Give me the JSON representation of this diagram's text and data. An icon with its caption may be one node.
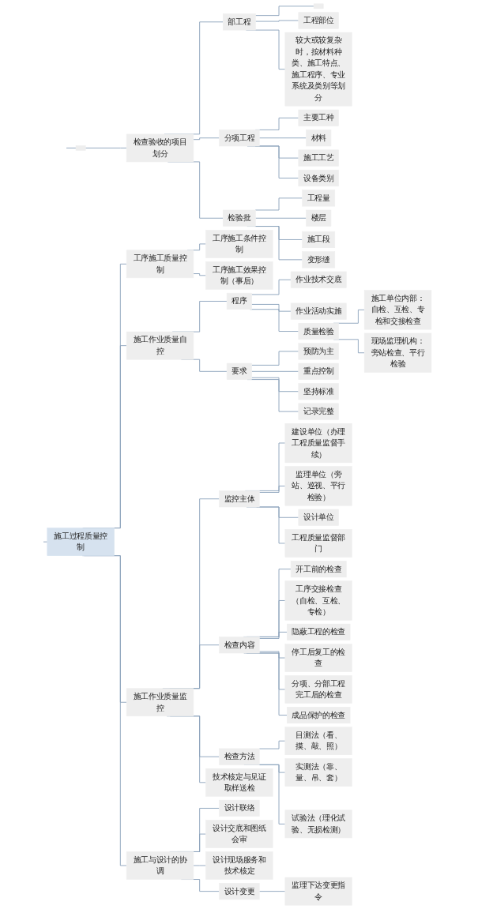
{
  "diagram": {
    "nodes": [
      {
        "text": [],
        "shape": "box"
      },
      {
        "text": [
          "检查验收的项目划分"
        ]
      },
      {
        "text": [
          "部工程"
        ]
      },
      {
        "text": [],
        "shape": "box"
      },
      {
        "text": [
          "工程部位"
        ]
      },
      {
        "text": [
          "较大或较复杂时，按材料种类、施工特点、施工程序、专业系统及类别等划分"
        ]
      },
      {
        "text": [
          "分项工程"
        ]
      },
      {
        "text": [
          "主要工种"
        ]
      },
      {
        "text": [
          "材料"
        ]
      },
      {
        "text": [
          "施工工艺"
        ]
      },
      {
        "text": [
          "设备类别"
        ]
      },
      {
        "text": [
          "检验批"
        ]
      },
      {
        "text": [
          "工程量"
        ]
      },
      {
        "text": [
          "楼层"
        ]
      },
      {
        "text": [
          "施工段"
        ]
      },
      {
        "text": [
          "变形缝"
        ]
      },
      {
        "text": [
          "施工过程质量控制"
        ]
      },
      {
        "text": [
          "工序施工质量控制"
        ]
      },
      {
        "text": [
          "工序施工条件控制"
        ]
      },
      {
        "text": [
          "工序施工效果控制（事后）"
        ]
      },
      {
        "text": [
          "施工作业质量自控"
        ]
      },
      {
        "text": [
          "程序"
        ]
      },
      {
        "text": [
          "作业技术交底"
        ]
      },
      {
        "text": [
          "作业活动实施"
        ]
      },
      {
        "text": [
          "质量检验"
        ]
      },
      {
        "text": [
          "施工单位内部：自检、互检、专检和交接检查"
        ]
      },
      {
        "text": [
          "现场监理机构：旁站检查、平行检验"
        ]
      },
      {
        "text": [
          "要求"
        ]
      },
      {
        "text": [
          "预防为主"
        ]
      },
      {
        "text": [
          "重点控制"
        ]
      },
      {
        "text": [
          "坚持标准"
        ]
      },
      {
        "text": [
          "记录完整"
        ]
      },
      {
        "text": [
          "施工作业质量监控"
        ]
      },
      {
        "text": [
          "监控主体"
        ]
      },
      {
        "text": [
          "建设单位（办理工程质量监督手续）"
        ]
      },
      {
        "text": [
          "监理单位（旁站、巡视、平行检验）"
        ]
      },
      {
        "text": [
          "设计单位"
        ]
      },
      {
        "text": [
          "工程质量监督部门"
        ]
      },
      {
        "text": [
          "检查内容"
        ]
      },
      {
        "text": [
          "开工前的检查"
        ]
      },
      {
        "text": [
          "工序交接检查（自检、互检、专检）"
        ]
      },
      {
        "text": [
          "隐蔽工程的检查"
        ]
      },
      {
        "text": [
          "停工后复工的检查"
        ]
      },
      {
        "text": [
          "分项、分部工程完工后的检查"
        ]
      },
      {
        "text": [
          "成品保护的检查"
        ]
      },
      {
        "text": [
          "检查方法"
        ]
      },
      {
        "text": [
          "目测法（看、摸、敲、照）"
        ]
      },
      {
        "text": [
          "实测法（靠、量、吊、套）"
        ]
      },
      {
        "text": [
          "试验法（理化试验、无损检测）"
        ]
      },
      {
        "text": [
          "技术核定与见证取样送检"
        ]
      },
      {
        "text": [
          "施工与设计的协调"
        ]
      },
      {
        "text": [
          "设计联络"
        ]
      },
      {
        "text": [
          "设计交底和图纸会审"
        ]
      },
      {
        "text": [
          "设计现场服务和技术核定"
        ]
      },
      {
        "text": [
          "设计变更"
        ]
      },
      {
        "text": [
          "监理下达变更指令"
        ]
      }
    ],
    "edges": [
      {
        "from": null,
        "to": 0,
        "arrow": "none"
      },
      {
        "from": 0,
        "to": 1,
        "arrow": "none"
      },
      {
        "from": 1,
        "to": 2,
        "arrow": "none"
      },
      {
        "from": 2,
        "to": 3,
        "arrow": "none"
      },
      {
        "from": 2,
        "to": 4,
        "arrow": "none"
      },
      {
        "from": 2,
        "to": 5,
        "arrow": "none"
      },
      {
        "from": 1,
        "to": 6,
        "arrow": "none"
      },
      {
        "from": 6,
        "to": 7,
        "arrow": "none"
      },
      {
        "from": 6,
        "to": 8,
        "arrow": "none"
      },
      {
        "from": 6,
        "to": 9,
        "arrow": "none"
      },
      {
        "from": 6,
        "to": 10,
        "arrow": "none"
      },
      {
        "from": 1,
        "to": 11,
        "arrow": "none"
      },
      {
        "from": 11,
        "to": 12,
        "arrow": "none"
      },
      {
        "from": 11,
        "to": 13,
        "arrow": "none"
      },
      {
        "from": 11,
        "to": 14,
        "arrow": "none"
      },
      {
        "from": 11,
        "to": 15,
        "arrow": "none"
      },
      {
        "from": null,
        "to": 16,
        "arrow": "none"
      },
      {
        "from": 16,
        "to": 17,
        "arrow": "none"
      },
      {
        "from": 17,
        "to": 18,
        "arrow": "none"
      },
      {
        "from": 17,
        "to": 19,
        "arrow": "none"
      },
      {
        "from": 16,
        "to": 20,
        "arrow": "none"
      },
      {
        "from": 20,
        "to": 21,
        "arrow": "none"
      },
      {
        "from": 21,
        "to": 22,
        "arrow": "none"
      },
      {
        "from": 21,
        "to": 23,
        "arrow": "none"
      },
      {
        "from": 21,
        "to": 24,
        "arrow": "none"
      },
      {
        "from": 24,
        "to": 25,
        "arrow": "none"
      },
      {
        "from": 24,
        "to": 26,
        "arrow": "none"
      },
      {
        "from": 20,
        "to": 27,
        "arrow": "none"
      },
      {
        "from": 27,
        "to": 28,
        "arrow": "none"
      },
      {
        "from": 27,
        "to": 29,
        "arrow": "none"
      },
      {
        "from": 27,
        "to": 30,
        "arrow": "none"
      },
      {
        "from": 27,
        "to": 31,
        "arrow": "none"
      },
      {
        "from": 16,
        "to": 32,
        "arrow": "none"
      },
      {
        "from": 32,
        "to": 33,
        "arrow": "none"
      },
      {
        "from": 33,
        "to": 34,
        "arrow": "none"
      },
      {
        "from": 33,
        "to": 35,
        "arrow": "none"
      },
      {
        "from": 33,
        "to": 36,
        "arrow": "none"
      },
      {
        "from": 33,
        "to": 37,
        "arrow": "none"
      },
      {
        "from": 32,
        "to": 38,
        "arrow": "none"
      },
      {
        "from": 38,
        "to": 39,
        "arrow": "none"
      },
      {
        "from": 38,
        "to": 40,
        "arrow": "none"
      },
      {
        "from": 38,
        "to": 41,
        "arrow": "none"
      },
      {
        "from": 38,
        "to": 42,
        "arrow": "none"
      },
      {
        "from": 38,
        "to": 43,
        "arrow": "none"
      },
      {
        "from": 38,
        "to": 44,
        "arrow": "none"
      },
      {
        "from": 32,
        "to": 45,
        "arrow": "none"
      },
      {
        "from": 45,
        "to": 46,
        "arrow": "none"
      },
      {
        "from": 45,
        "to": 47,
        "arrow": "none"
      },
      {
        "from": 45,
        "to": 48,
        "arrow": "none"
      },
      {
        "from": 32,
        "to": 49,
        "arrow": "none"
      },
      {
        "from": 16,
        "to": 50,
        "arrow": "none"
      },
      {
        "from": 50,
        "to": 51,
        "arrow": "none"
      },
      {
        "from": 50,
        "to": 52,
        "arrow": "none"
      },
      {
        "from": 50,
        "to": 53,
        "arrow": "none"
      },
      {
        "from": 50,
        "to": 54,
        "arrow": "none"
      },
      {
        "from": 54,
        "to": 55,
        "arrow": "none"
      }
    ]
  }
}
